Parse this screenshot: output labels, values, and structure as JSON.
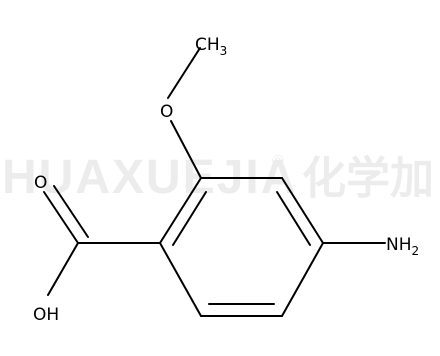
{
  "watermark": {
    "latin": "HUAXUEJIA",
    "registered": "®",
    "chinese": "化学加",
    "color": "#ececec"
  },
  "molecule": {
    "bond_color": "#000000",
    "labels": {
      "methyl_C": "CH",
      "methyl_sub": "3",
      "ether_O": "O",
      "amine_N": "NH",
      "amine_sub": "2",
      "carbonyl_O": "O",
      "hydroxyl": "OH"
    }
  }
}
